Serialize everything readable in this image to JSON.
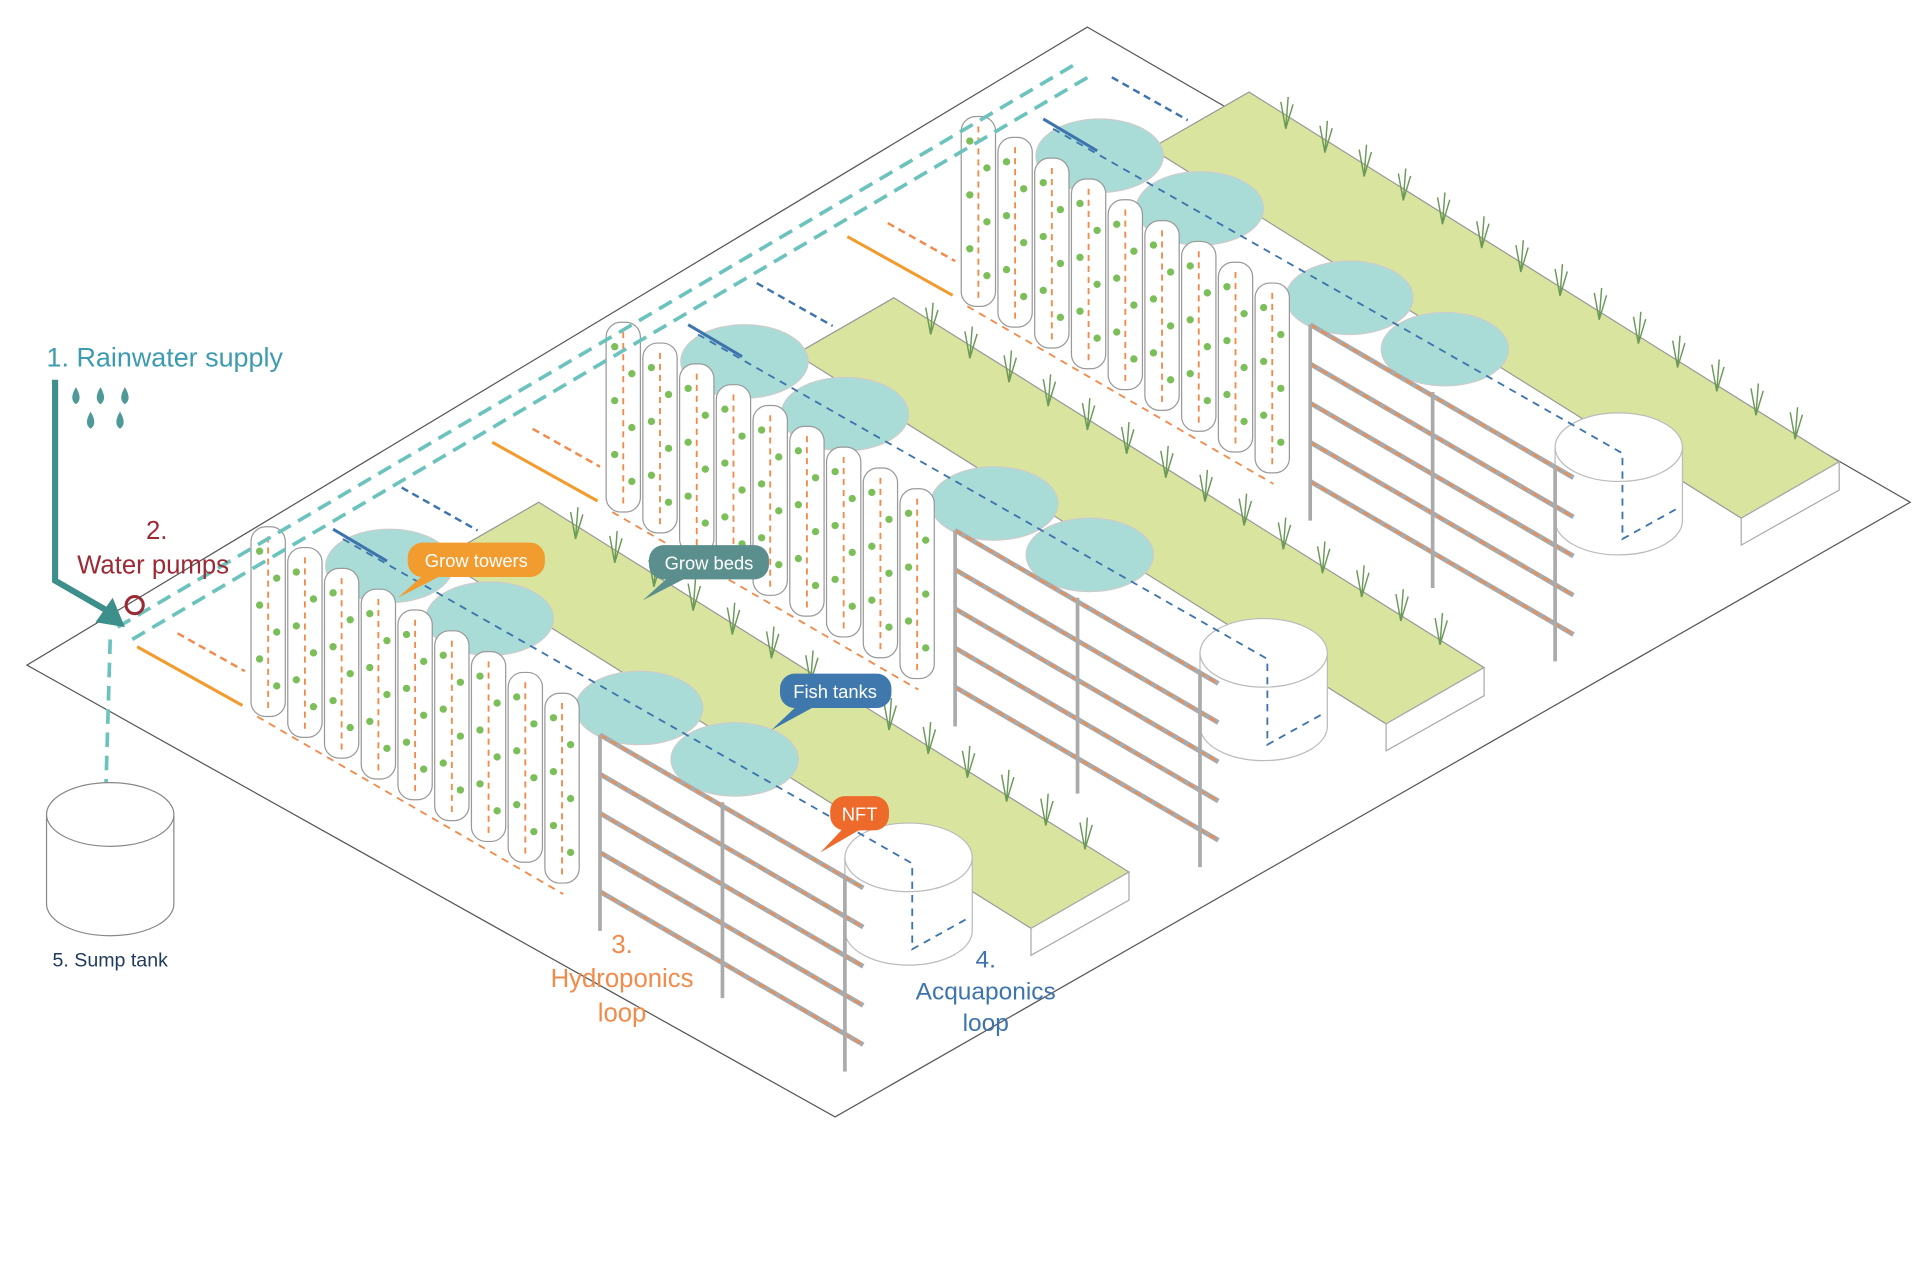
{
  "labels": {
    "rainwater": "1. Rainwater supply",
    "pumps_num": "2.",
    "pumps": "Water pumps",
    "hydro_num": "3.",
    "hydro": "Hydroponics",
    "hydro_loop": "loop",
    "aqua_num": "4.",
    "aqua": "Acquaponics",
    "aqua_loop": "loop",
    "sump": "5. Sump tank"
  },
  "callouts": {
    "grow_towers": "Grow towers",
    "grow_beds": "Grow beds",
    "fish_tanks": "Fish tanks",
    "nft": "NFT"
  },
  "colors": {
    "rain": "#3d9bb0",
    "pump": "#9b2a35",
    "hydro": "#f28a4a",
    "aqua": "#3e74ad",
    "sump": "#1f3a5a",
    "tower_callout": "#f29b2e",
    "bed_callout": "#5b8f8e",
    "fish_callout": "#3f78ad",
    "nft_callout": "#ee6a2b",
    "bed": "#d9e59f",
    "water": "#a9dcd6"
  }
}
